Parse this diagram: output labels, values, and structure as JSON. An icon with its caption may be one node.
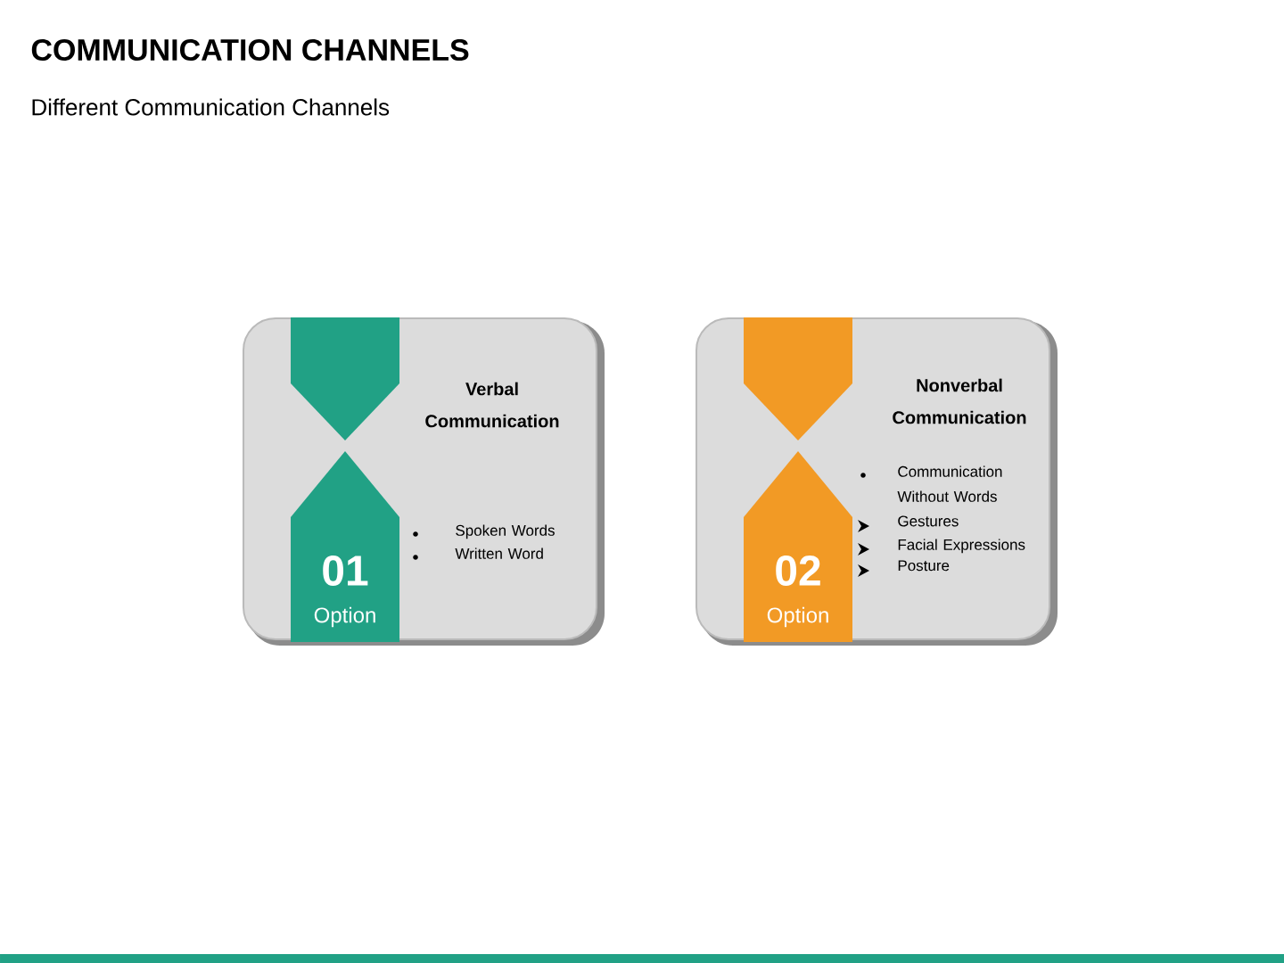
{
  "diagram": {
    "title": "COMMUNICATION CHANNELS",
    "nodes": [
      {
        "text": [
          "Verbal Communication",
          "Spoken Words",
          "Written Word"
        ]
      },
      {
        "text": [
          "01",
          "Option"
        ],
        "in": 0
      },
      {
        "text": [
          "Nonverbal Communication",
          "Communication Without Words",
          "Gestures",
          "Facial Expressions",
          "Posture"
        ]
      },
      {
        "text": [
          "02",
          "Option"
        ],
        "in": 2
      }
    ],
    "labels": [
      "Different Communication Channels"
    ]
  }
}
